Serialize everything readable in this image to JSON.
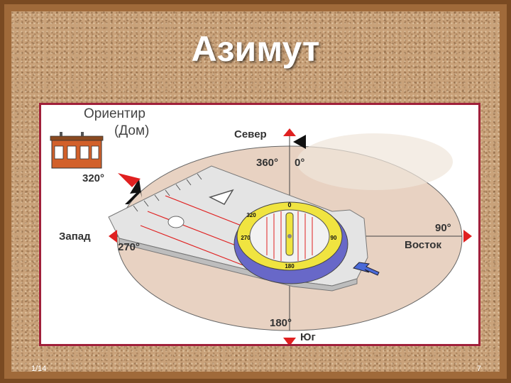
{
  "slide": {
    "title": "Азимут",
    "footer_left": "1/14",
    "footer_right": "7"
  },
  "diagram": {
    "landmark_line1": "Ориентир",
    "landmark_line2": "(Дом)",
    "north_label": "Север",
    "south_label": "Юг",
    "west_label": "Запад",
    "east_label": "Восток",
    "deg_360": "360°",
    "deg_0": "0°",
    "deg_90": "90°",
    "deg_180": "180°",
    "deg_270": "270°",
    "deg_320": "320°",
    "dial_0": "0",
    "dial_320": "320",
    "dial_270": "270",
    "dial_90": "90",
    "dial_180": "180"
  },
  "colors": {
    "frame_wood": "#7a4a22",
    "cork": "#c9a27a",
    "border": "#a0203a",
    "ellipse": "#e8d2c2",
    "house": "#d2602a",
    "dial_yellow": "#f0e440",
    "dial_blue": "#6868c8",
    "arrow_red": "#e02020"
  }
}
